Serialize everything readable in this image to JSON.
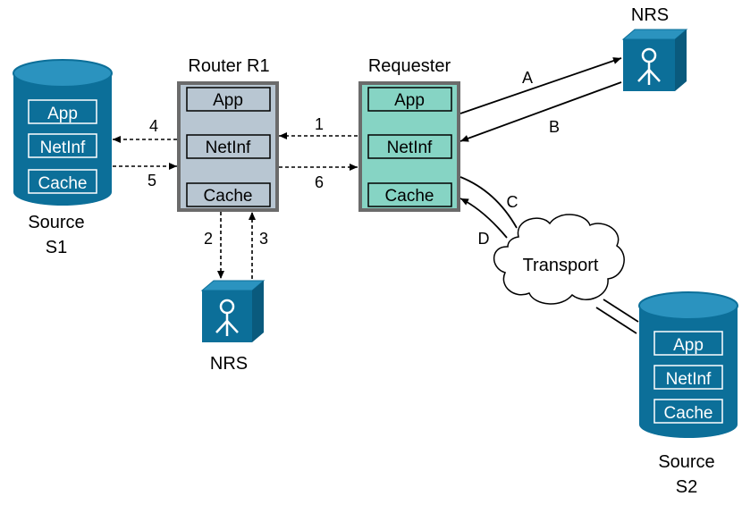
{
  "colors": {
    "db_blue": "#0c6f99",
    "db_top": "#2b93bf",
    "router_fill": "#b8c6d2",
    "requester_fill": "#86d4c4",
    "border_gray": "#6b6b6b",
    "arrow": "#000000"
  },
  "router": {
    "title": "Router R1",
    "layers": [
      "App",
      "NetInf",
      "Cache"
    ]
  },
  "requester": {
    "title": "Requester",
    "layers": [
      "App",
      "NetInf",
      "Cache"
    ]
  },
  "source1": {
    "title_line1": "Source",
    "title_line2": "S1",
    "layers": [
      "App",
      "NetInf",
      "Cache"
    ]
  },
  "source2": {
    "title_line1": "Source",
    "title_line2": "S2",
    "layers": [
      "App",
      "NetInf",
      "Cache"
    ]
  },
  "nrs_top": {
    "label": "NRS",
    "icon": "nrs-server-icon"
  },
  "nrs_bottom": {
    "label": "NRS",
    "icon": "nrs-server-icon"
  },
  "transport": {
    "label": "Transport",
    "icon": "cloud-icon"
  },
  "steps": {
    "s1": "1",
    "s2": "2",
    "s3": "3",
    "s4": "4",
    "s5": "5",
    "s6": "6",
    "a": "A",
    "b": "B",
    "c": "C",
    "d": "D"
  }
}
